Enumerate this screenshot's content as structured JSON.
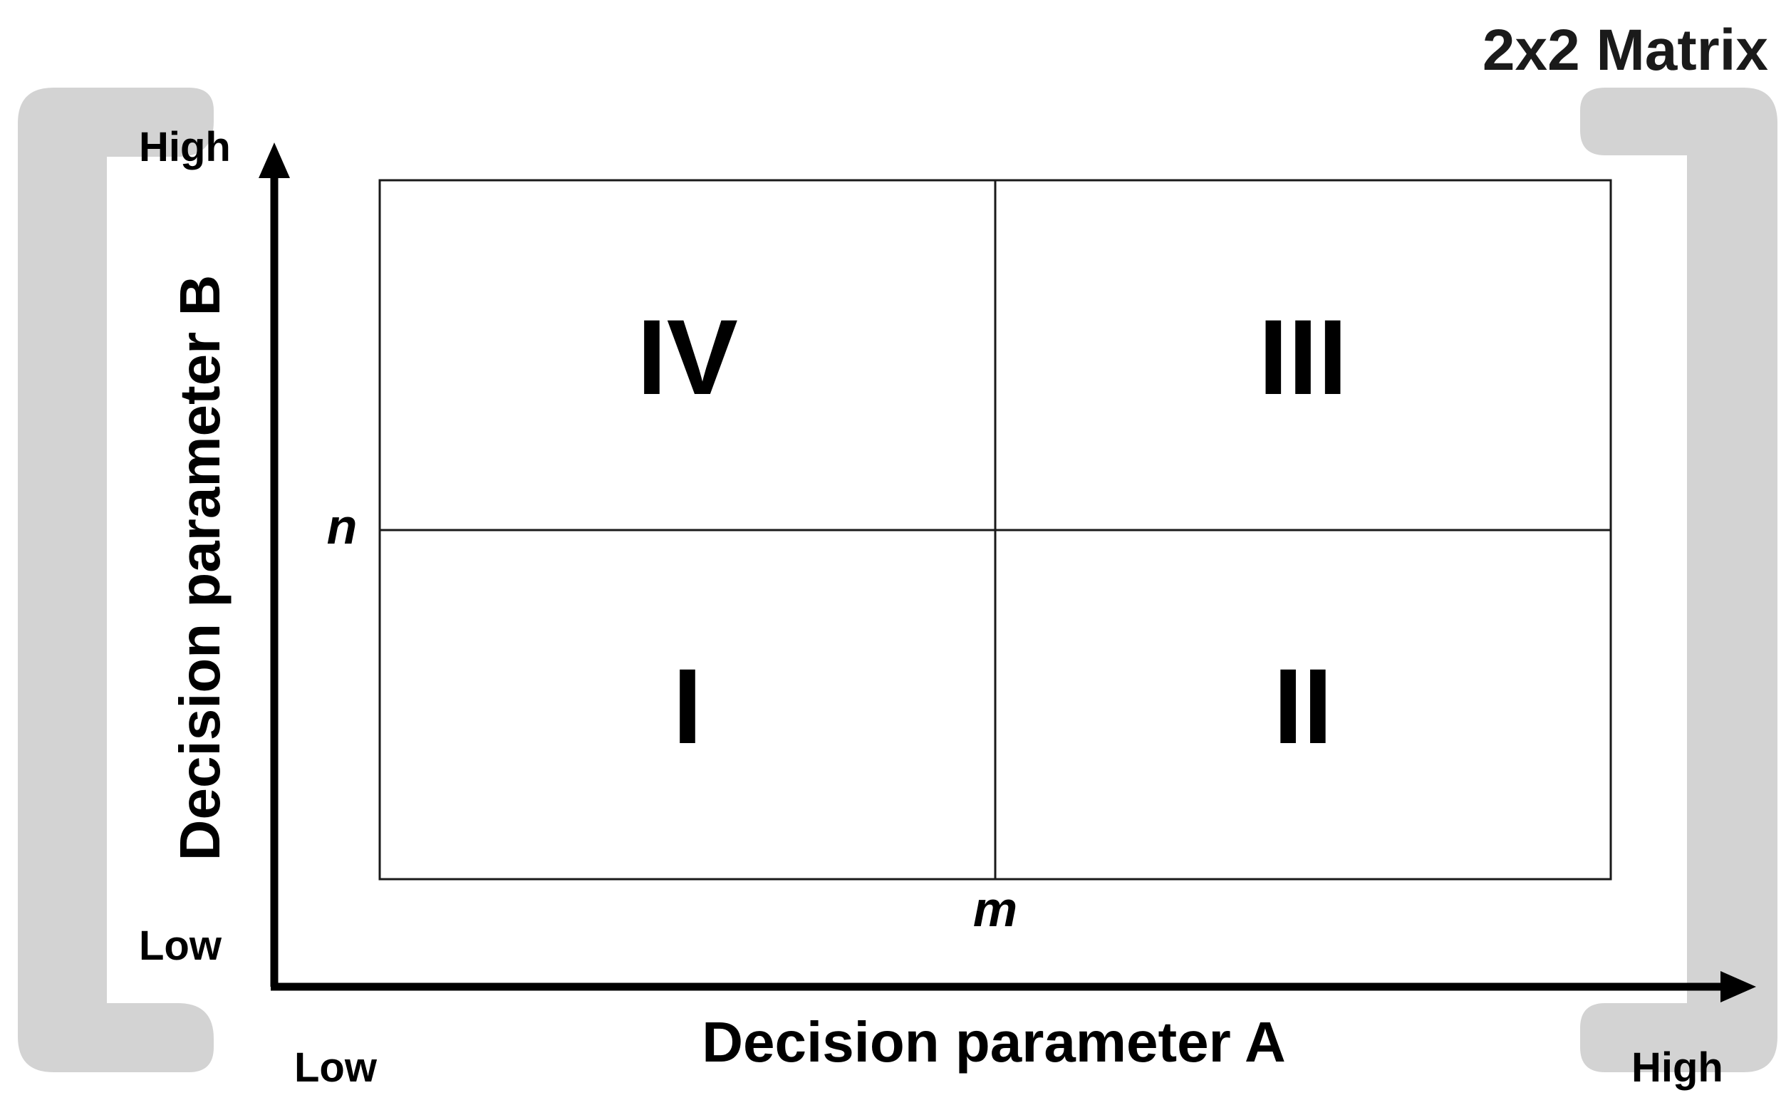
{
  "title": "2x2 Matrix",
  "axes": {
    "x": {
      "label": "Decision parameter A",
      "low": "Low",
      "high": "High",
      "threshold": "m"
    },
    "y": {
      "label": "Decision parameter B",
      "low": "Low",
      "high": "High",
      "threshold": "n"
    }
  },
  "quadrants": {
    "top_left": "IV",
    "top_right": "III",
    "bottom_left": "I",
    "bottom_right": "II"
  },
  "colors": {
    "bracket": "#d3d3d3",
    "lines": "#000000",
    "grid_lines": "#1a1a1a",
    "title": "#1a1a1a"
  }
}
